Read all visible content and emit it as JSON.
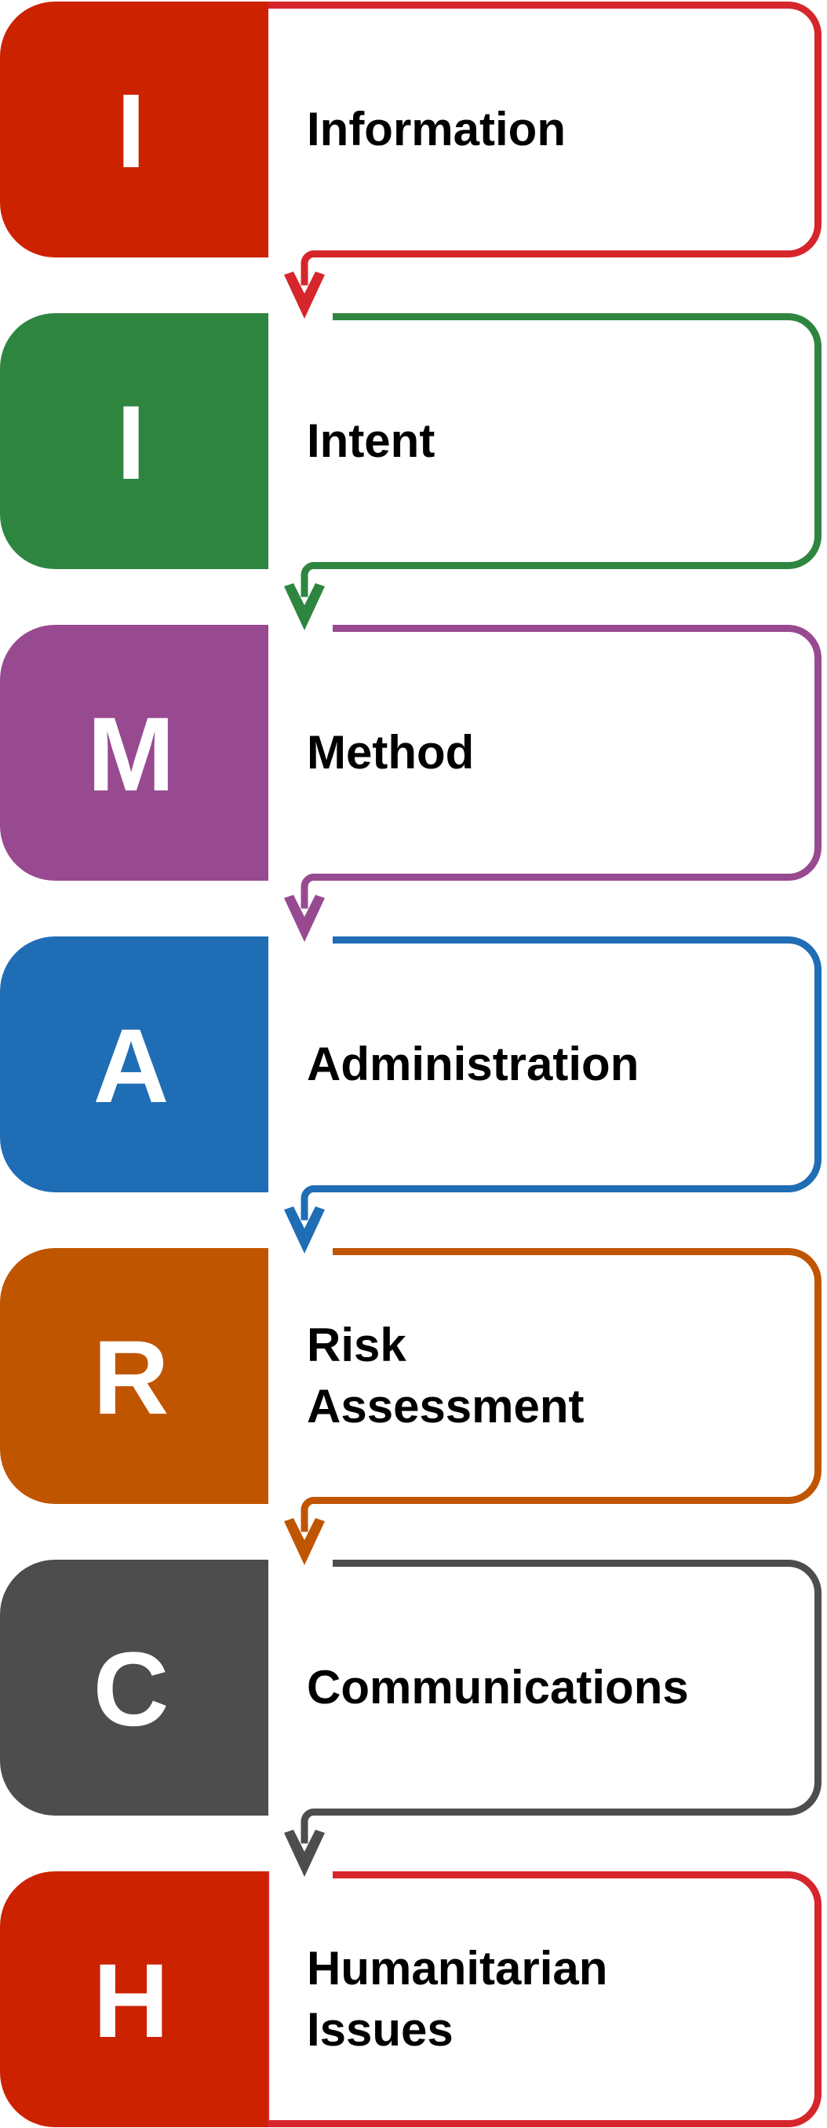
{
  "steps": [
    {
      "letter": "I",
      "label_lines": [
        "Information"
      ],
      "color": "#CC2200"
    },
    {
      "letter": "I",
      "label_lines": [
        "Intent"
      ],
      "color": "#2E8540"
    },
    {
      "letter": "M",
      "label_lines": [
        "Method"
      ],
      "color": "#984A91"
    },
    {
      "letter": "A",
      "label_lines": [
        "Administration"
      ],
      "color": "#1F6DB5"
    },
    {
      "letter": "R",
      "label_lines": [
        "Risk",
        "Assessment"
      ],
      "color": "#C05500"
    },
    {
      "letter": "C",
      "label_lines": [
        "Communications"
      ],
      "color": "#4D4D4D"
    },
    {
      "letter": "H",
      "label_lines": [
        "Humanitarian",
        "Issues"
      ],
      "color": "#CC2200"
    }
  ],
  "outline_color_overrides": {
    "0": "#D6262B",
    "6": "#D6262B"
  }
}
